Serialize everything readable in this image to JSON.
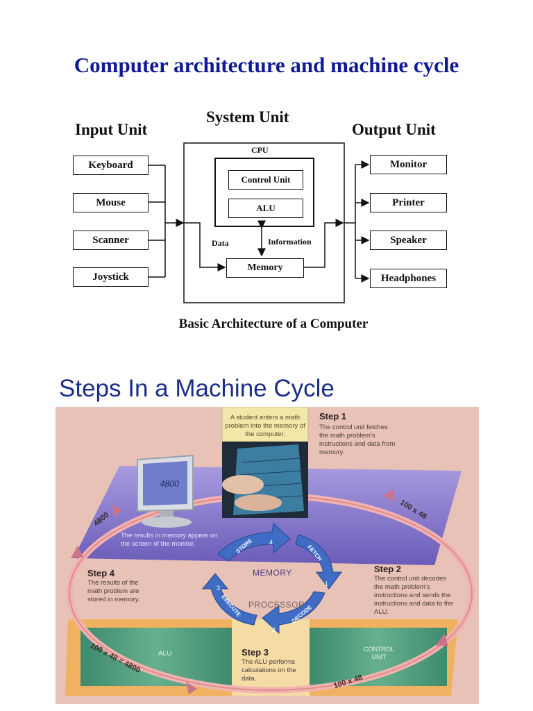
{
  "title": "Computer architecture and machine cycle",
  "architecture": {
    "input_heading": "Input Unit",
    "system_heading": "System Unit",
    "output_heading": "Output Unit",
    "cpu_label": "CPU",
    "control_unit": "Control Unit",
    "alu": "ALU",
    "data_label": "Data",
    "information_label": "Information",
    "memory": "Memory",
    "inputs": [
      "Keyboard",
      "Mouse",
      "Scanner",
      "Joystick"
    ],
    "outputs": [
      "Monitor",
      "Printer",
      "Speaker",
      "Headphones"
    ],
    "caption": "Basic Architecture of a Computer"
  },
  "machine_cycle": {
    "title": "Steps In a Machine Cycle",
    "student_note": "A student enters a math problem into the memory of the computer.",
    "monitor_value": "4800",
    "monitor_note": "The results in memory appear on the screen of the monitor.",
    "steps": [
      {
        "heading": "Step 1",
        "text": "The control unit fetches the math problem's instructions and data from memory."
      },
      {
        "heading": "Step 2",
        "text": "The control unit decodes the math problem's instructions and sends the instructions and data to the ALU."
      },
      {
        "heading": "Step 3",
        "text": "The ALU performs calculations on the data."
      },
      {
        "heading": "Step 4",
        "text": "The results of the math problem are stored in memory."
      }
    ],
    "center_memory": "MEMORY",
    "center_processor": "PROCESSOR",
    "arrows": [
      {
        "label": "FETCH",
        "num": "1"
      },
      {
        "label": "DECODE",
        "num": "2"
      },
      {
        "label": "EXECUTE",
        "num": "3"
      },
      {
        "label": "STORE",
        "num": "4"
      }
    ],
    "alu_label": "ALU",
    "control_unit_label": "CONTROL UNIT",
    "path_labels": {
      "top_right": "100 x 48",
      "bottom_right": "100 x 48",
      "bottom_left": "100 x 48 = 4800",
      "top_left": "4800"
    }
  },
  "colors": {
    "title": "#101a96",
    "cycle_title": "#1b2e88",
    "panel_bg": "#e8c2b6",
    "platform_purple": "#7b6fc4",
    "platform_green": "#4f9a7a",
    "arrow_blue": "#3f6cc4",
    "ring_pink": "#e69a98"
  }
}
